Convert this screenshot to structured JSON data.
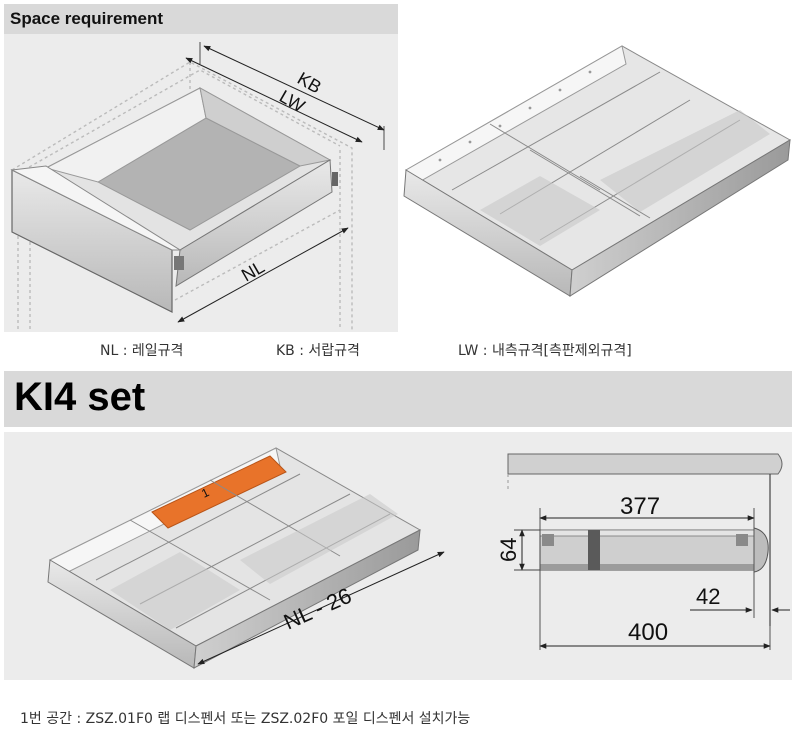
{
  "space_requirement": {
    "title": "Space requirement",
    "labels": {
      "kb": "KB",
      "lw": "LW",
      "nl": "NL"
    }
  },
  "legend": {
    "nl": "NL : 레일규격",
    "kb": "KB : 서랍규격",
    "lw": "LW : 내측규격[측판제외규격]"
  },
  "kit": {
    "title": "KI4 set",
    "dim_label": "NL - 26",
    "marker": "1"
  },
  "section_drawing": {
    "dim_377": "377",
    "dim_64": "64",
    "dim_42": "42",
    "dim_400": "400"
  },
  "note": "1번 공간 : ZSZ.01F0 랩 디스펜서 또는 ZSZ.02F0 포일 디스펜서 설치가능",
  "colors": {
    "header_bg": "#d9d9d9",
    "panel_bg": "#ececec",
    "highlight": "#e8732a"
  }
}
